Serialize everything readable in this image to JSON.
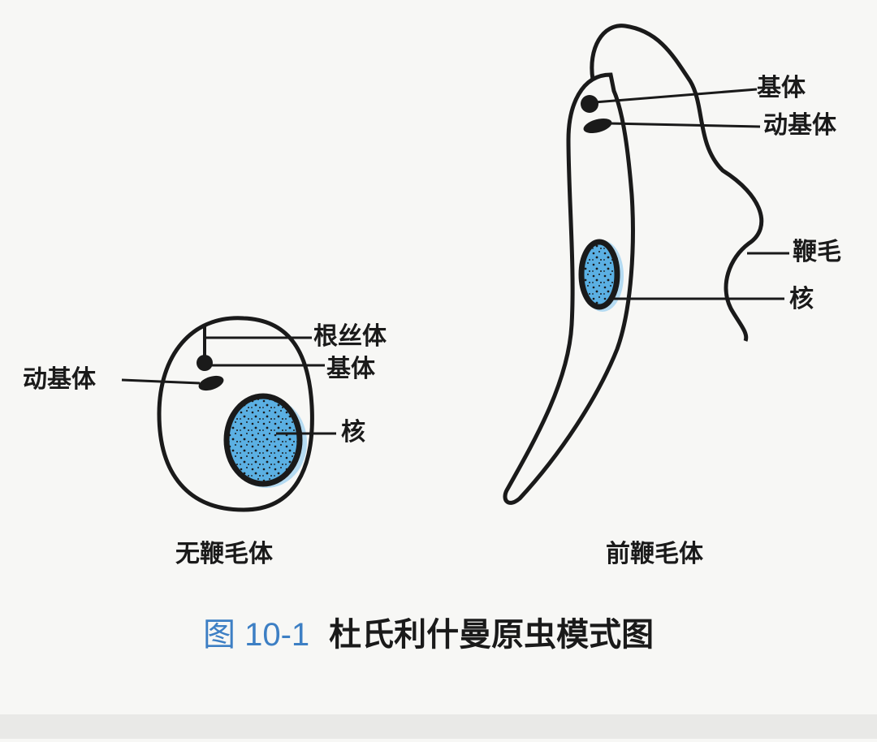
{
  "colors": {
    "ink": "#1a1a1a",
    "nucleus_blue": "#5bb0e3",
    "caption_blue": "#3d7fc4"
  },
  "amastigote": {
    "name": "无鞭毛体",
    "labels": {
      "rhizoplast": "根丝体",
      "basal_body": "基体",
      "kinetoplast": "动基体",
      "nucleus": "核"
    }
  },
  "promastigote": {
    "name": "前鞭毛体",
    "labels": {
      "basal_body": "基体",
      "kinetoplast": "动基体",
      "flagellum": "鞭毛",
      "nucleus": "核"
    }
  },
  "caption": {
    "figure_number": "图 10-1",
    "title": "杜氏利什曼原虫模式图"
  }
}
